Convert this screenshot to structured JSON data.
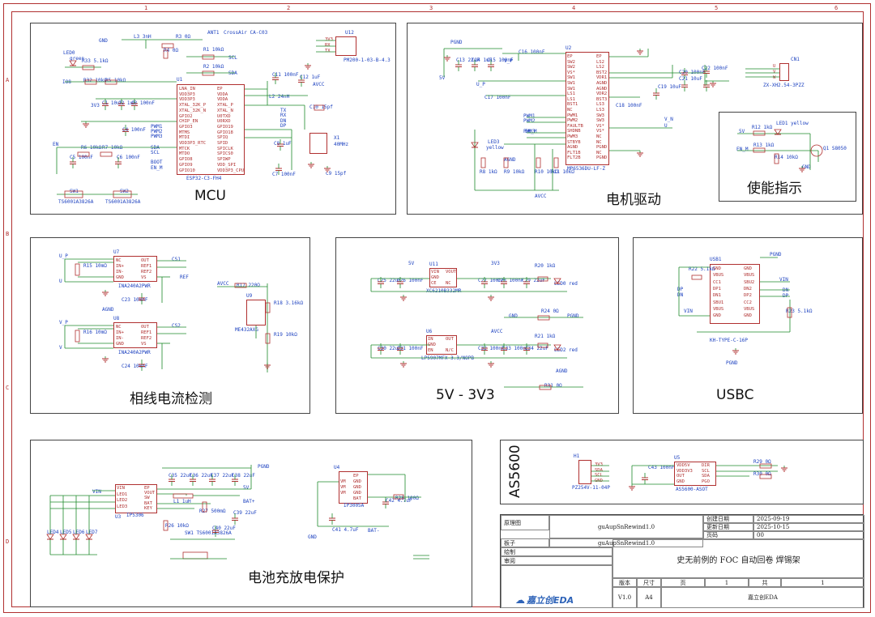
{
  "blocks": {
    "mcu": {
      "title": "MCU"
    },
    "motor": {
      "title": "电机驱动"
    },
    "enable": {
      "title": "使能指示"
    },
    "current": {
      "title": "相线电流检测"
    },
    "regulator": {
      "title": "5V - 3V3"
    },
    "usbc": {
      "title": "USBC"
    },
    "battery": {
      "title": "电池充放电保护"
    },
    "as5600": {
      "title": "AS5600"
    }
  },
  "title_block": {
    "drawing_label": "原理图",
    "drawing_value": "guAupSnRewind1.0",
    "board_label": "板子",
    "board_value": "guAupSnRewind1.0",
    "drawn_label": "绘制",
    "review_label": "审阅",
    "created_label": "创建日期",
    "created_value": "2025-09-19",
    "updated_label": "更新日期",
    "updated_value": "2025-10-15",
    "page_label": "页码",
    "page_value": "00",
    "project": "史无前例的 FOC 自动回卷 焊锡架",
    "version_label": "版本",
    "size_label": "尺寸",
    "page_of_label": "页",
    "page_num": "1",
    "of_label": "共",
    "page_total": "1",
    "version_value": "V1.0",
    "size_value": "A4",
    "company": "嘉立创EDA",
    "logo_text": "嘉立创EDA"
  },
  "ruler": {
    "top": [
      "1",
      "2",
      "3",
      "4",
      "5",
      "6"
    ],
    "side": [
      "A",
      "B",
      "C",
      "D"
    ]
  },
  "mcu": {
    "u1_name": "ESP32-C3-FH4",
    "u1_ref": "U1",
    "u1_left_pins": [
      "LNA_IN",
      "VDD3P3",
      "VDD3P3",
      "XTAL_32K_P",
      "XTAL_32K_N",
      "GPIO2",
      "CHIP_EN",
      "GPIO3",
      "MTMS",
      "MTDI",
      "VDD3P3_RTC",
      "MTCK",
      "MTDO",
      "GPIO8",
      "GPIO9",
      "GPIO10"
    ],
    "u1_right_pins": [
      "EP",
      "VDDA",
      "VDDA",
      "XTAL_P",
      "XTAL_N",
      "U0TXD",
      "U0RXD",
      "GPIO19",
      "GPIO18",
      "SPIQ",
      "SPID",
      "SPICLK",
      "SPICS0",
      "SPIWP",
      "VDD_SPI",
      "VDD3P3_CPU"
    ],
    "antenna": "ANT1",
    "antenna_pn": "CrossAir CA-C03",
    "u12": "U12",
    "u12_pn": "PM200-1-03-B-4.3",
    "u12_pins": [
      "3V3",
      "RX",
      "TX"
    ],
    "led_green": "LED0",
    "led_green_lbl": "green",
    "x1": "X1",
    "x1_freq": "40MHz",
    "sw1": "SW1",
    "sw2": "SW2",
    "sw_pn": "TS6001A3826A",
    "refs": [
      "R3 0Ω",
      "R4 0Ω",
      "R1 10kΩ",
      "R2 10kΩ",
      "L3 3nH",
      "R33 5.1kΩ",
      "R32 10kΩ",
      "R5 10kΩ",
      "C1 10uF",
      "C2 1uF",
      "C3 100nF",
      "C4 100nF",
      "C11 100nF",
      "C12 1uF",
      "L2 24nH",
      "C10 15pf",
      "C9 15pf",
      "C8 1uF",
      "C7 100nF",
      "C5 100nF",
      "C6 100nF",
      "R6 10kΩ",
      "R7 10kΩ"
    ],
    "nets": [
      "GND",
      "3V3",
      "SCL",
      "SDA",
      "IO8",
      "AVCC",
      "EN",
      "PWM1",
      "PWM2",
      "PWM3",
      "SDA",
      "SCL",
      "BOOT",
      "EN_M",
      "TX",
      "RX",
      "DN",
      "DP"
    ]
  },
  "motor": {
    "u2": "U2",
    "u2_pn": "MP6536DU-LF-Z",
    "left_pins": [
      "EP",
      "SW2",
      "SW2",
      "VS*",
      "SW1",
      "SW1",
      "SW1",
      "LS1",
      "LS1",
      "BST1",
      "NC",
      "PWM1",
      "PWM2",
      "FAULTB",
      "SHDNB",
      "PWM3",
      "STBYB",
      "AGND",
      "FLT1B",
      "FLT2B"
    ],
    "right_pins": [
      "EP",
      "LS2",
      "LS2",
      "BST2",
      "VDR1",
      "AGND",
      "AGND",
      "VDR2",
      "BST3",
      "LS3",
      "LS3",
      "SW3",
      "SW3",
      "VS*",
      "VS*",
      "NC",
      "NC",
      "PGND",
      "NC",
      "PGND"
    ],
    "led": "LED3",
    "led_lbl": "yellow",
    "refs": [
      "C13 22uF",
      "C14 1uF",
      "C15 100nF",
      "C16 100nF",
      "C17 100nF",
      "C18 100nF",
      "C19 10uF",
      "C20 100nF",
      "C21 10uF",
      "C22 100nF",
      "R8 1kΩ",
      "R9 10kΩ",
      "R10 10kΩ",
      "R11 10kΩ"
    ],
    "nets": [
      "PGND",
      "5V",
      "V_P",
      "U_P",
      "PWM1",
      "PWM2",
      "PWM3",
      "EN_M",
      "AGND",
      "AVCC",
      "V_N",
      "U"
    ],
    "cn1": "CN1",
    "cn1_pn": "ZX-XH2.54-3PZZ",
    "cn1_pins": [
      "U",
      "V",
      "W"
    ]
  },
  "enable": {
    "r12": "R12 1kΩ",
    "led1": "LED1 yellow",
    "r13": "R13 1kΩ",
    "r14": "R14 10kΩ",
    "q1": "Q1 S8050",
    "nets": [
      "5V",
      "EN_M",
      "GND"
    ]
  },
  "current": {
    "u7": "U7",
    "u8": "U8",
    "u7_pn": "INA240A2PWR",
    "u8_pn": "INA240A2PWR",
    "ina_left_pins": [
      "NC",
      "IN+",
      "IN-",
      "GND"
    ],
    "ina_right_pins": [
      "OUT",
      "REF1",
      "REF2",
      "VS"
    ],
    "r15": "R15 10mΩ",
    "r16": "R16 10mΩ",
    "c23": "C23 100nF",
    "c24": "C24 100nF",
    "u9": "U9",
    "u9_pn": "ME432AXG",
    "r17": "R17 220Ω",
    "r18": "R18 3.16kΩ",
    "r19": "R19 10kΩ",
    "nets": [
      "U_P",
      "U",
      "V_P",
      "V",
      "CS1",
      "CS2",
      "REF",
      "AVCC",
      "AGND"
    ]
  },
  "regulator": {
    "u11": "U11",
    "u11_pn": "XC6210B332MR",
    "u11_pins": [
      "VIN",
      "GND",
      "CE",
      "VOUT",
      "NC"
    ],
    "u6": "U6",
    "u6_pn": "LP5907MFX-3.3/NOPB",
    "u6_pins": [
      "IN",
      "GND",
      "EN",
      "OUT",
      "N/C"
    ],
    "refs": [
      "C25 22uF",
      "C26 100nF",
      "C27 100nF",
      "C28 100nF",
      "C29 22uF",
      "R20 1kΩ",
      "LED0 red",
      "C30 22uF",
      "C31 100nF",
      "C32 100nF",
      "C33 100nF",
      "C34 22uF",
      "R21 1kΩ",
      "LED2 red",
      "R24 0Ω",
      "R31 0Ω"
    ],
    "nets": [
      "5V",
      "3V3",
      "AVCC",
      "GND",
      "PGND",
      "AGND"
    ]
  },
  "usbc": {
    "usb1": "USB1",
    "usb1_pn": "KH-TYPE-C-16P",
    "left_pins": [
      "GND",
      "VBUS",
      "CC1",
      "DP1",
      "DN1",
      "SBU1",
      "VBUS",
      "GND"
    ],
    "right_pins": [
      "GND",
      "VBUS",
      "SBU2",
      "DN2",
      "DP2",
      "CC2",
      "VBUS",
      "GND"
    ],
    "r22": "R22 5.1kΩ",
    "r23": "R23 5.1kΩ",
    "nets": [
      "PGND",
      "VIN",
      "DP",
      "DN"
    ]
  },
  "battery": {
    "u3": "U3",
    "u3_pn": "IP5306",
    "u3_left_pins": [
      "VIN",
      "LED1",
      "LED2",
      "LED3"
    ],
    "u3_right_pins": [
      "EP",
      "VOUT",
      "SW",
      "BAT",
      "KEY"
    ],
    "u4": "U4",
    "u4_pn": "IP3005A",
    "u4_pins": [
      "EP",
      "VM",
      "VM",
      "VM",
      "GND",
      "GND",
      "GND",
      "BAT"
    ],
    "leds": [
      "LED4",
      "LED5",
      "LED6",
      "LED7"
    ],
    "refs": [
      "C35 22uF",
      "C36 22uF",
      "C37 22uF",
      "C38 22uF",
      "L1 1uH",
      "C39 22uF",
      "C40 22uF",
      "R27 500mΩ",
      "R26 10kΩ",
      "C41 4.7uF",
      "C42 4.7uF",
      "R28 100Ω",
      "SW1 TS6001A3826A"
    ],
    "nets": [
      "VIN",
      "5V",
      "PGND",
      "BAT+",
      "BAT-",
      "GND"
    ]
  },
  "as5600": {
    "h1": "H1",
    "h1_pn": "PZ254V-11-04P",
    "h1_pins": [
      "3V3",
      "SDA",
      "SCL",
      "GND"
    ],
    "u5": "U5",
    "u5_pn": "AS5600-ASOT",
    "u5_left_pins": [
      "VDD5V",
      "VDD3V3",
      "OUT",
      "GND"
    ],
    "u5_right_pins": [
      "DIR",
      "SCL",
      "SDA",
      "PGO"
    ],
    "c43": "C43 100nF",
    "r29": "R29 0Ω",
    "r30": "R30 0Ω",
    "nets": [
      "3V3",
      "SDA",
      "SCL",
      "GND"
    ]
  },
  "colors": {
    "wire": "#1d8a2a",
    "component": "#b03030",
    "label": "#1a3fbf"
  }
}
